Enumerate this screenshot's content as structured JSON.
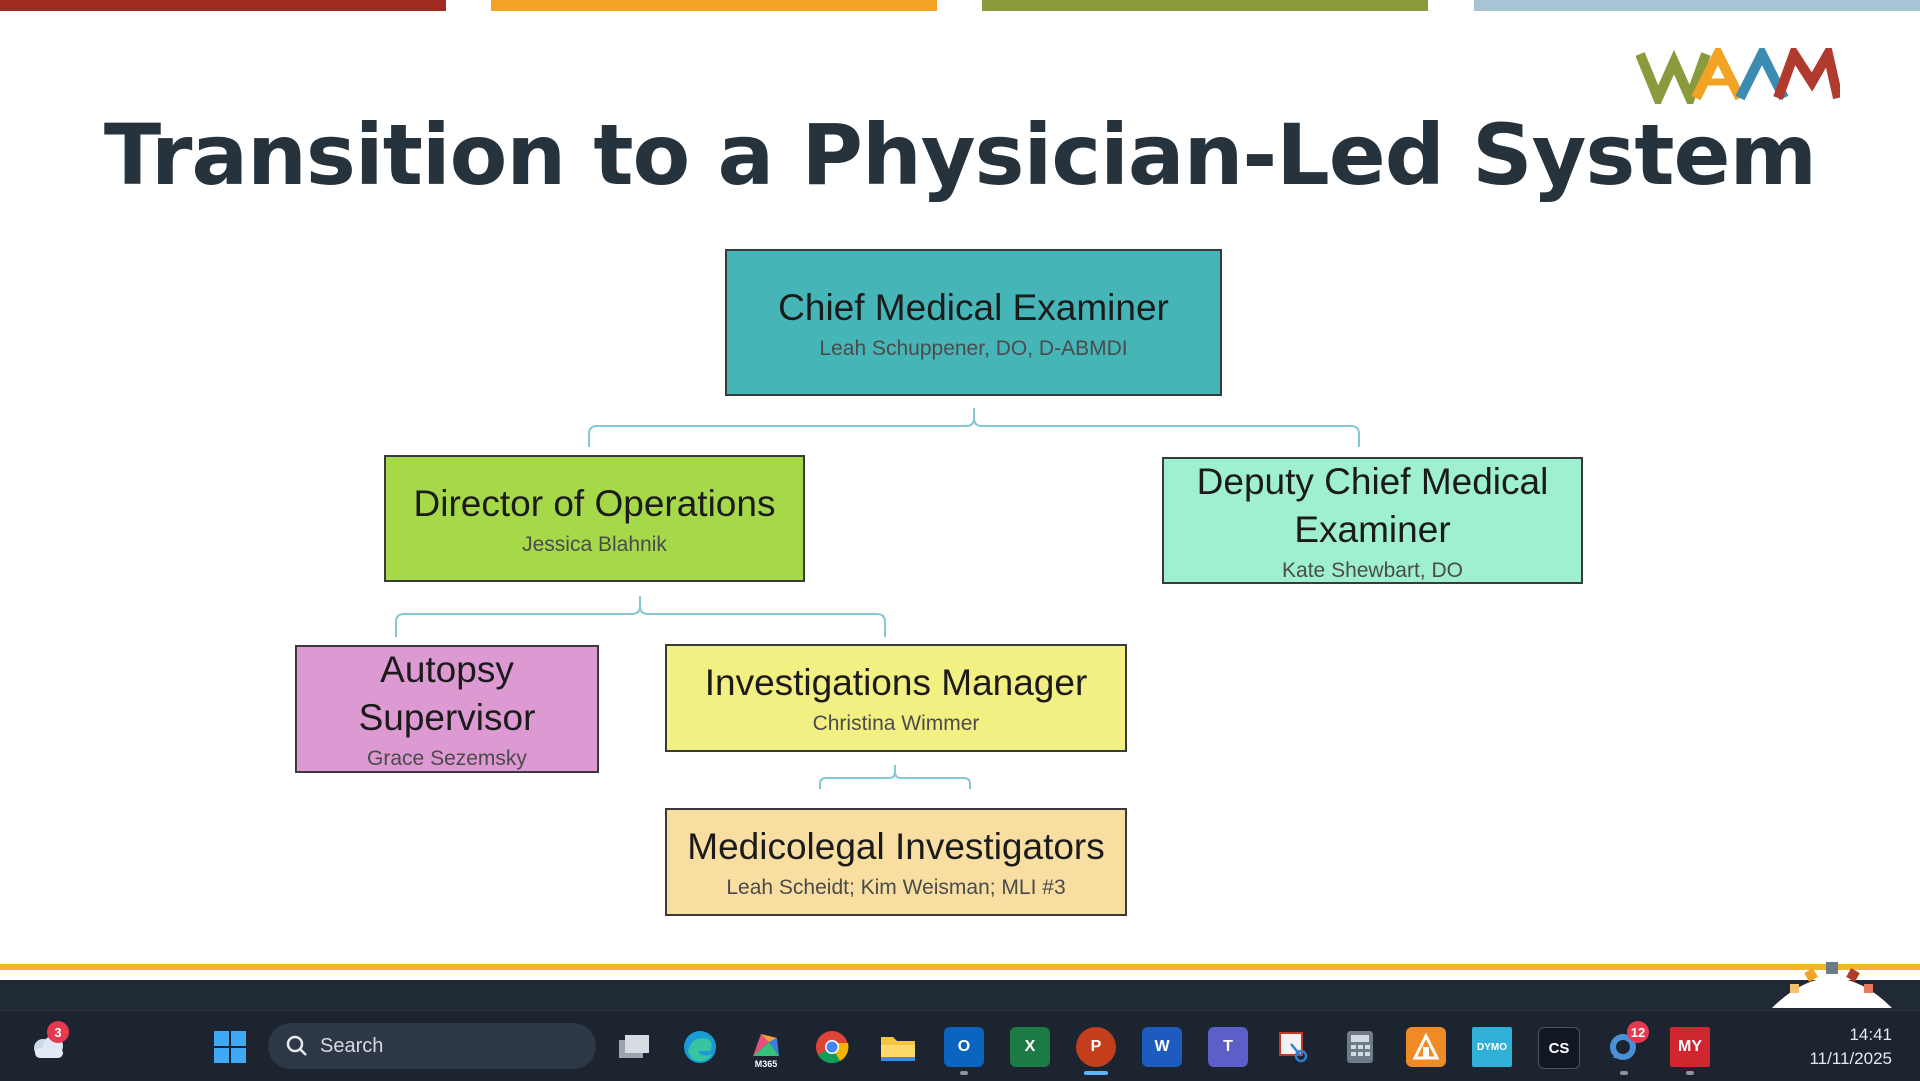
{
  "slide": {
    "title": "Transition to a Physician-Led System",
    "logo_text": "WAAM",
    "top_bar_colors": [
      "#9e2a22",
      "#f2a324",
      "#8a9b3e",
      "#a8c2d6"
    ]
  },
  "org_chart": {
    "chief": {
      "title": "Chief Medical Examiner",
      "name": "Leah Schuppener, DO, D-ABMDI",
      "color": "#46b5b8"
    },
    "director": {
      "title": "Director of Operations",
      "name": "Jessica Blahnik",
      "color": "#a6d94a"
    },
    "deputy": {
      "title": "Deputy Chief Medical Examiner",
      "name": "Kate Shewbart, DO",
      "color": "#9ff0d0"
    },
    "autopsy": {
      "title": "Autopsy Supervisor",
      "name": "Grace Sezemsky",
      "color": "#dc99d2"
    },
    "investigations": {
      "title": "Investigations Manager",
      "name": "Christina Wimmer",
      "color": "#f3f083"
    },
    "medicolegal": {
      "title": "Medicolegal Investigators",
      "name": "Leah Scheidt; Kim Weisman; MLI #3",
      "color": "#f8dea0"
    }
  },
  "taskbar": {
    "weather_badge": "3",
    "search_placeholder": "Search",
    "apps": [
      {
        "icon": "task-view-icon"
      },
      {
        "icon": "edge-icon"
      },
      {
        "icon": "m365-icon",
        "label": "M365"
      },
      {
        "icon": "chrome-icon"
      },
      {
        "icon": "file-explorer-icon"
      },
      {
        "icon": "outlook-icon",
        "label": "O"
      },
      {
        "icon": "excel-icon",
        "label": "X"
      },
      {
        "icon": "powerpoint-icon",
        "label": "P"
      },
      {
        "icon": "word-icon",
        "label": "W"
      },
      {
        "icon": "teams-icon",
        "label": "T"
      },
      {
        "icon": "snipping-tool-icon"
      },
      {
        "icon": "calculator-icon"
      },
      {
        "icon": "app-orange-icon"
      },
      {
        "icon": "dymo-icon",
        "label": "DYMO"
      },
      {
        "icon": "cs-icon",
        "label": "CS"
      },
      {
        "icon": "chat-icon",
        "badge": "12"
      },
      {
        "icon": "my-icon",
        "label": "MY"
      }
    ],
    "time": "14:41",
    "date": "11/11/2025"
  }
}
